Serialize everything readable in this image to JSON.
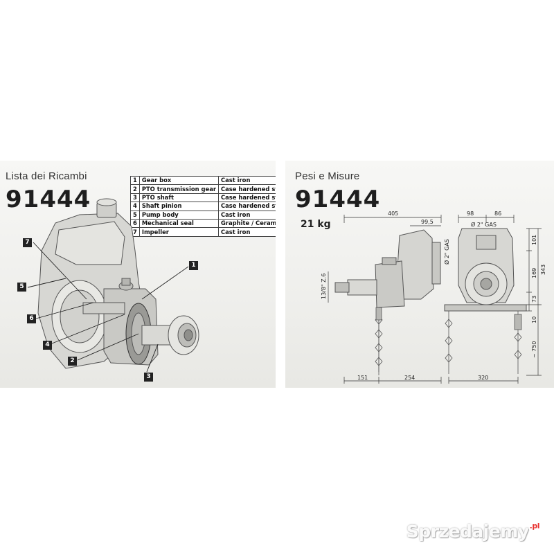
{
  "left": {
    "heading": "Lista dei Ricambi",
    "code": "91444",
    "parts_table": [
      {
        "num": "1",
        "name": "Gear box",
        "material": "Cast iron"
      },
      {
        "num": "2",
        "name": "PTO transmission gear",
        "material": "Case hardened steel"
      },
      {
        "num": "3",
        "name": "PTO shaft",
        "material": "Case hardened steel"
      },
      {
        "num": "4",
        "name": "Shaft pinion",
        "material": "Case hardened steel"
      },
      {
        "num": "5",
        "name": "Pump body",
        "material": "Cast iron"
      },
      {
        "num": "6",
        "name": "Mechanical seal",
        "material": "Graphite / Ceramic"
      },
      {
        "num": "7",
        "name": "Impeller",
        "material": "Cast iron"
      }
    ],
    "callouts": [
      "7",
      "5",
      "6",
      "4",
      "2",
      "3",
      "1"
    ]
  },
  "right": {
    "heading": "Pesi e Misure",
    "code": "91444",
    "weight": "21 kg",
    "dimensions": {
      "d405": "405",
      "d99_5": "99,5",
      "d98": "98",
      "d86": "86",
      "gas_top": "Ø 2\" GAS",
      "gas_side": "Ø 2\" GAS",
      "shaft": "13/8\" Z.6",
      "d101": "101",
      "d343": "343",
      "d169": "169",
      "d73": "73",
      "d10": "10",
      "d750": "~ 750",
      "d151": "151",
      "d254": "254",
      "d320": "320"
    }
  },
  "watermark": {
    "text": "Sprzedajemy",
    "suffix": ".pl"
  }
}
